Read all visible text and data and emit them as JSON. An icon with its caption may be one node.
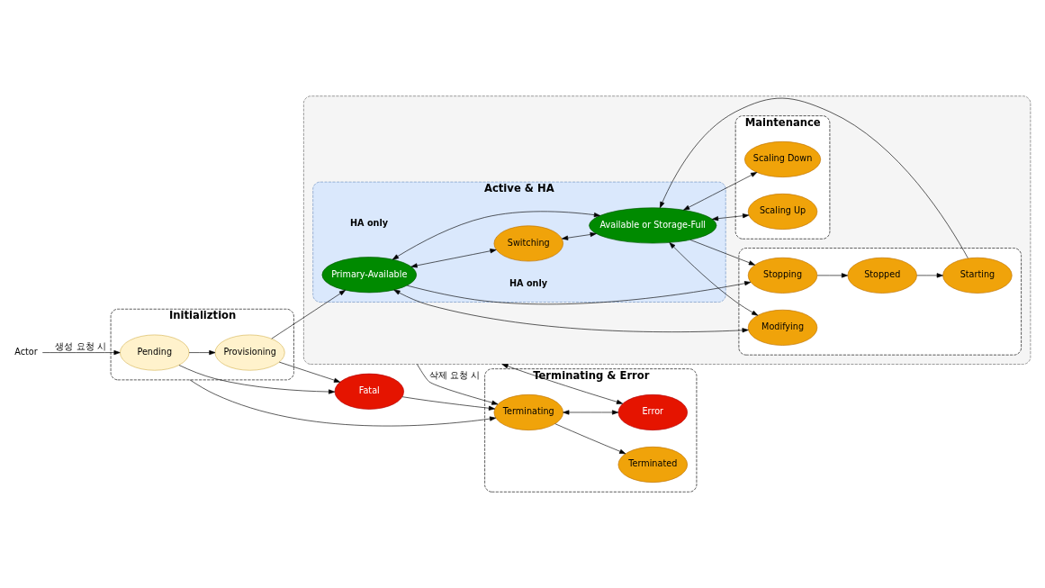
{
  "diagram": {
    "nodes": [
      {
        "text": [
          "Actor"
        ]
      },
      {
        "text": [
          "Initializtion"
        ]
      },
      {
        "text": [
          "Pending"
        ],
        "in": 1
      },
      {
        "text": [
          "Provisioning"
        ],
        "in": 1
      },
      {
        "text": [],
        "shape": "box"
      },
      {
        "text": [
          "Active & HA"
        ],
        "in": 4
      },
      {
        "text": [
          "Primary-Available"
        ],
        "in": 5,
        "beside": [
          "HA only"
        ]
      },
      {
        "text": [
          "Switching"
        ],
        "in": 5,
        "beside": [
          "HA only"
        ]
      },
      {
        "text": [
          "Available or Storage-Full"
        ],
        "in": 5
      },
      {
        "text": [
          "Maintenance"
        ],
        "in": 4
      },
      {
        "text": [
          "Scaling Down"
        ],
        "in": 9
      },
      {
        "text": [
          "Scaling Up"
        ],
        "in": 9
      },
      {
        "text": [],
        "shape": "box",
        "in": 4
      },
      {
        "text": [
          "Modifying"
        ],
        "in": 12
      },
      {
        "text": [
          "Stopping"
        ],
        "in": 12
      },
      {
        "text": [
          "Stopped"
        ],
        "in": 12
      },
      {
        "text": [
          "Starting"
        ],
        "in": 12
      },
      {
        "text": [
          "Fatal"
        ]
      },
      {
        "text": [
          "Terminating & Error"
        ]
      },
      {
        "text": [
          "Terminated"
        ],
        "in": 18
      },
      {
        "text": [
          "Terminating"
        ],
        "in": 18
      },
      {
        "text": [
          "Error"
        ],
        "in": 18
      }
    ],
    "edges": [
      {
        "from": 0,
        "to": 2,
        "arrow": "to",
        "label": "생성 요청 시"
      },
      {
        "from": 2,
        "to": 3,
        "arrow": "to"
      },
      {
        "from": 3,
        "to": 6,
        "arrow": "to"
      },
      {
        "from": 6,
        "to": 7,
        "arrow": "both"
      },
      {
        "from": 6,
        "to": 8,
        "arrow": "both"
      },
      {
        "from": 7,
        "to": 8,
        "arrow": "both"
      },
      {
        "from": 8,
        "to": 10,
        "arrow": "both"
      },
      {
        "from": 8,
        "to": 11,
        "arrow": "both"
      },
      {
        "from": 6,
        "to": 13,
        "arrow": "both"
      },
      {
        "from": 8,
        "to": 13,
        "arrow": "both"
      },
      {
        "from": 6,
        "to": 14,
        "arrow": "to"
      },
      {
        "from": 8,
        "to": 14,
        "arrow": "to"
      },
      {
        "from": 14,
        "to": 15,
        "arrow": "to"
      },
      {
        "from": 15,
        "to": 16,
        "arrow": "to"
      },
      {
        "from": 16,
        "to": 8,
        "arrow": "to"
      },
      {
        "from": 2,
        "to": 17,
        "arrow": "to"
      },
      {
        "from": 3,
        "to": 17,
        "arrow": "to"
      },
      {
        "from": 17,
        "to": 20,
        "arrow": "to"
      },
      {
        "from": 1,
        "to": 20,
        "arrow": "to"
      },
      {
        "from": 4,
        "to": 20,
        "arrow": "to",
        "label": "삭제 요청 시"
      },
      {
        "from": 20,
        "to": 19,
        "arrow": "to"
      },
      {
        "from": 20,
        "to": 21,
        "arrow": "both"
      },
      {
        "from": 21,
        "to": 4,
        "arrow": "both"
      }
    ]
  }
}
